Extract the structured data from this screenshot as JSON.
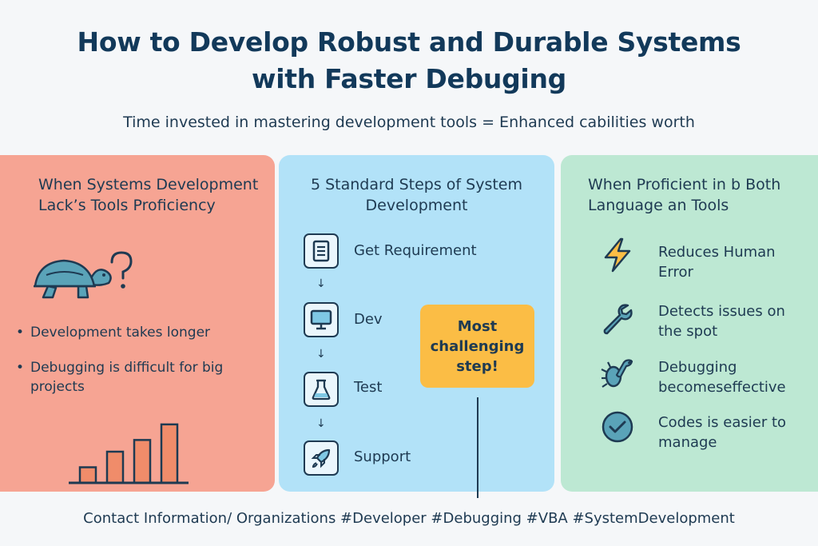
{
  "title_line1": "How to Develop Robust and Durable Systems",
  "title_line2": "with Faster Debuging",
  "subtitle": "Time invested in mastering development tools = Enhanced cabilities worth",
  "left": {
    "title": "When Systems Development Lack’s Tools Proficiency",
    "bullets": [
      "Development takes longer",
      "Debugging is difficult for big projects"
    ]
  },
  "middle": {
    "title": "5 Standard Steps of System Development",
    "steps": [
      "Get Requirement",
      "Dev",
      "Test",
      "Support"
    ],
    "callout": "Most challenging step!"
  },
  "right": {
    "title": "When Proficient in b Both Language an Tools",
    "items": [
      {
        "icon": "lightning-icon",
        "text": "Reduces Human Error"
      },
      {
        "icon": "wrench-icon",
        "text": "Detects issues on the spot"
      },
      {
        "icon": "bug-wrench-icon",
        "text": "Debugging becomeseffective"
      },
      {
        "icon": "check-circle-icon",
        "text": "Codes is easier to manage"
      }
    ]
  },
  "chart_data": {
    "type": "bar",
    "values": [
      2,
      4,
      5.5,
      7.5
    ]
  },
  "footer": "Contact Information/ Organizations  #Developer #Debugging #VBA #SystemDevelopment",
  "colors": {
    "left_panel": "#f6a493",
    "middle_panel": "#b2e2f8",
    "right_panel": "#bde8d3",
    "callout": "#fbbd45",
    "bars": "#f08c6a",
    "text": "#1e3a52"
  }
}
